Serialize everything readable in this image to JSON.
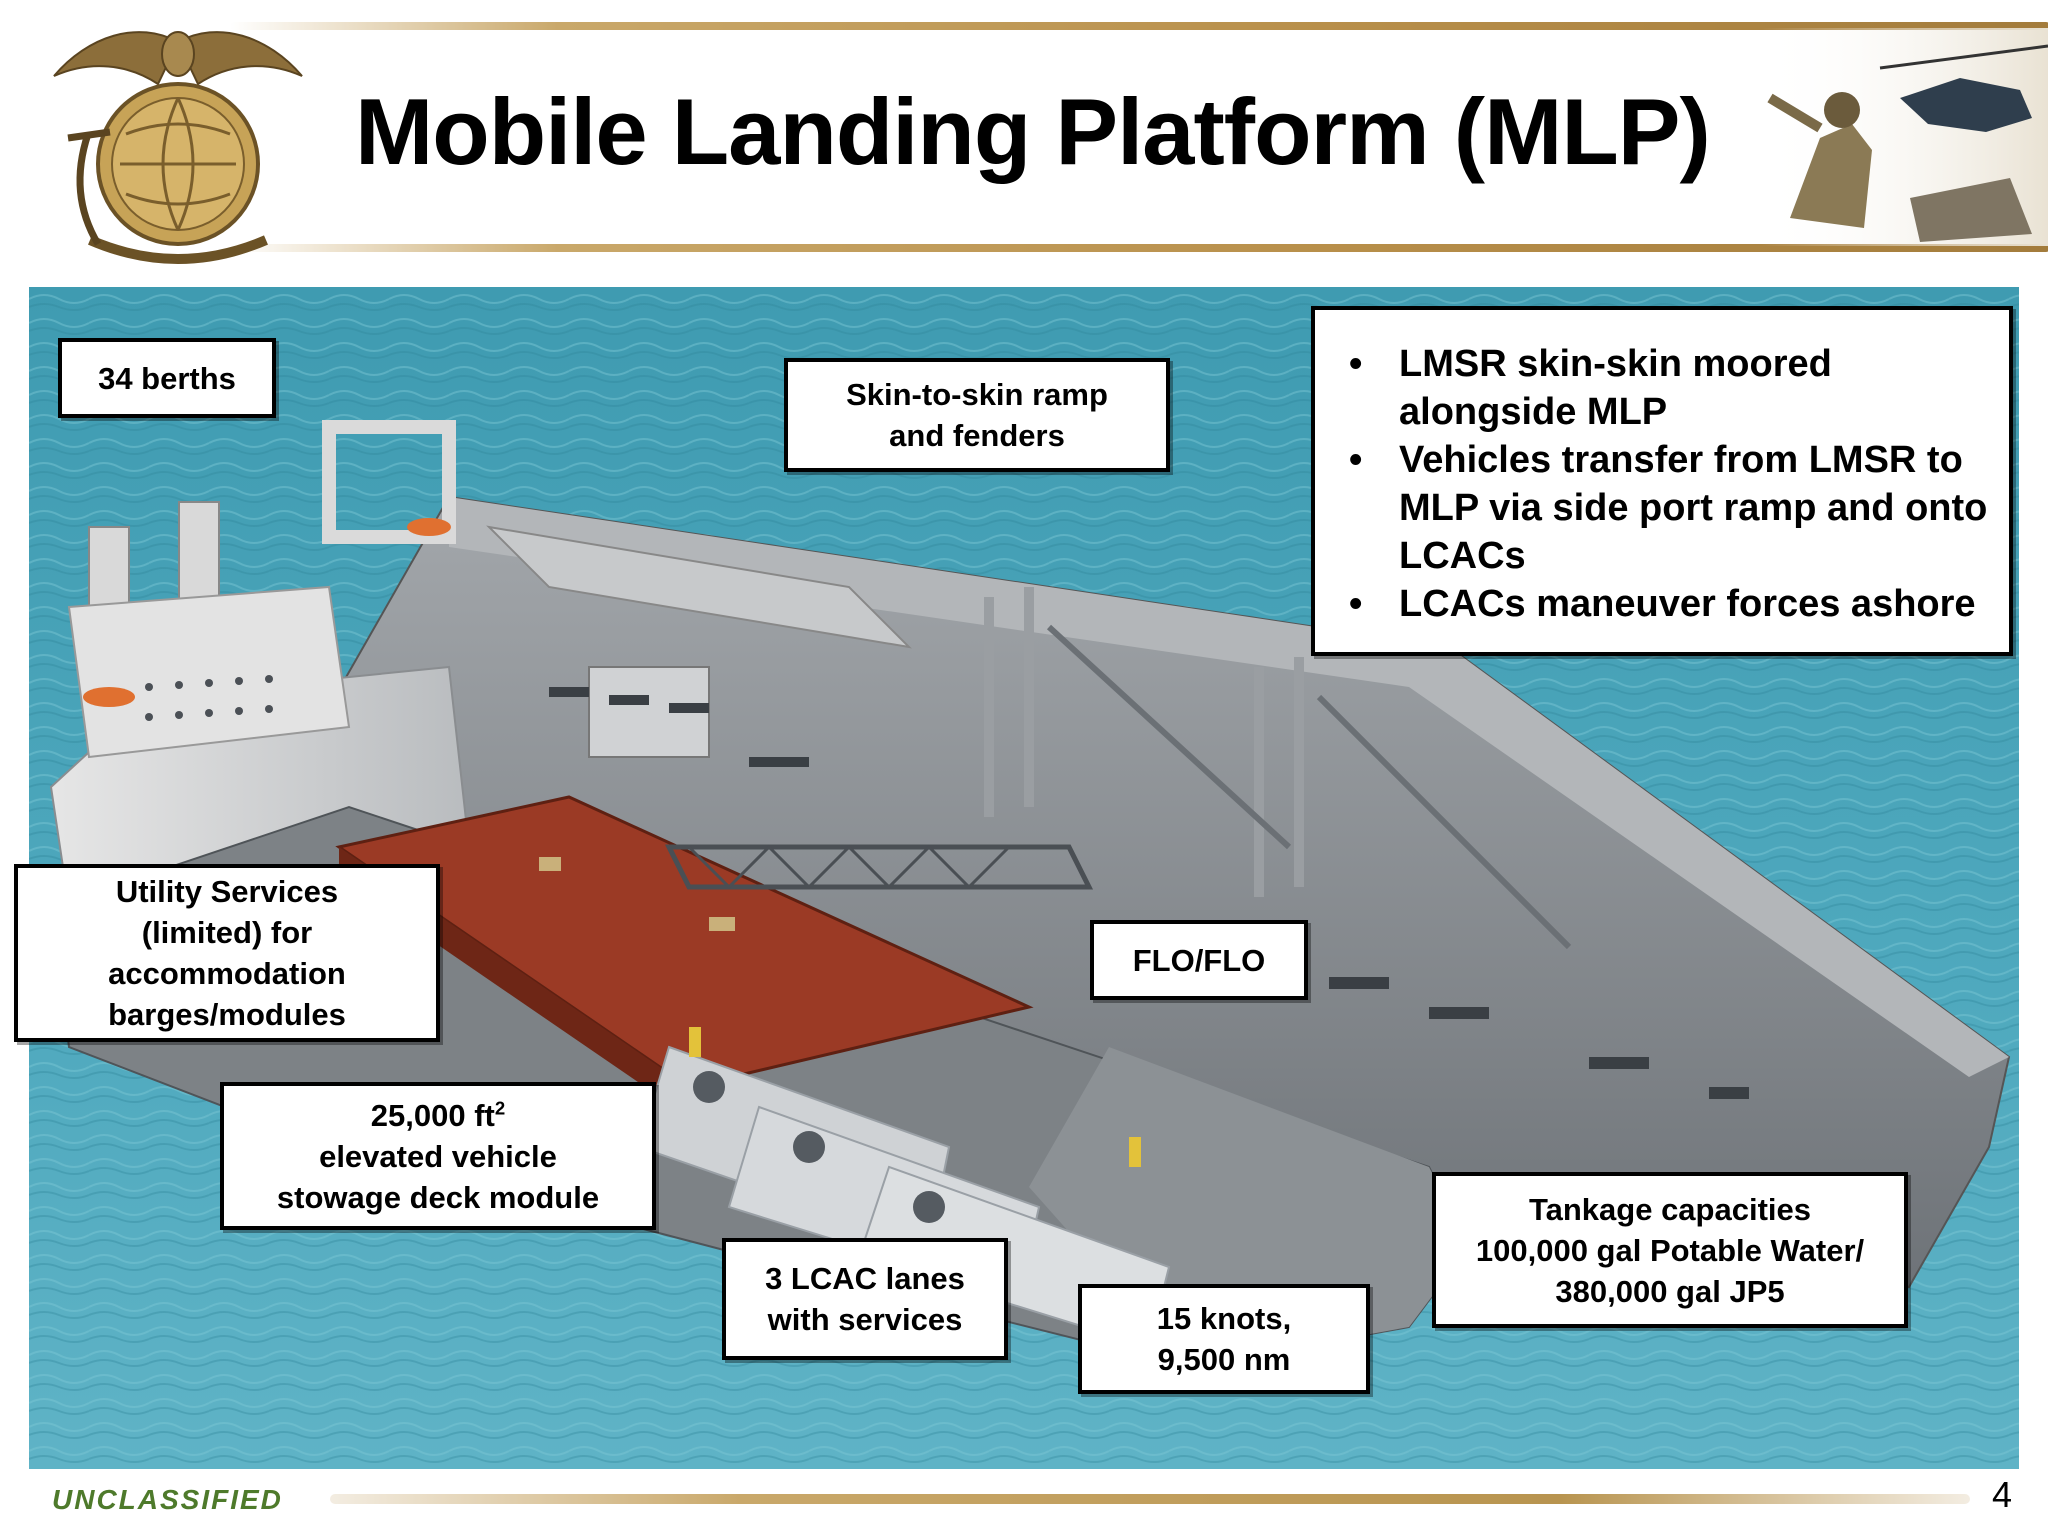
{
  "slide": {
    "title": "Mobile Landing Platform (MLP)",
    "classification": "UNCLASSIFIED",
    "page_number": "4"
  },
  "callouts": {
    "berths": "34 berths",
    "ramp_line1": "Skin-to-skin ramp",
    "ramp_line2": "and fenders",
    "utility_line1": "Utility Services",
    "utility_line2": "(limited) for",
    "utility_line3": "accommodation",
    "utility_line4": "barges/modules",
    "flo": "FLO/FLO",
    "deck_line1": "25,000 ft",
    "deck_sup": "2",
    "deck_line2": "elevated vehicle",
    "deck_line3": "stowage deck module",
    "lanes_line1": "3 LCAC lanes",
    "lanes_line2": "with services",
    "speed_line1": "15 knots,",
    "speed_line2": "9,500 nm",
    "tank_line1": "Tankage capacities",
    "tank_line2": "100,000 gal Potable Water/",
    "tank_line3": "380,000 gal JP5"
  },
  "bullets": [
    "LMSR skin-skin moored alongside MLP",
    "Vehicles transfer from LMSR to MLP via side port ramp and onto LCACs",
    "LCACs maneuver forces ashore"
  ],
  "colors": {
    "sea": "#4aa3b8",
    "hull": "#8f9498",
    "deck_module": "#9b3a25",
    "accent_gold": "#c9a86a",
    "classification_green": "#4e7a2b"
  },
  "icons": {
    "logo": "eagle-globe-anchor-emblem",
    "corner_art": "soldier-helicopter-collage"
  }
}
